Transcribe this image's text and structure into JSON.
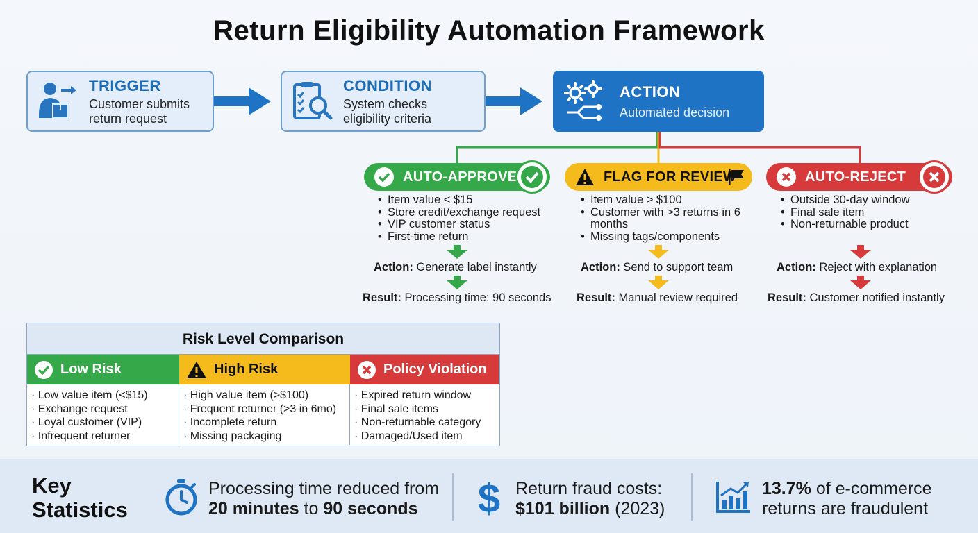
{
  "title": "Return Eligibility Automation Framework",
  "flow": {
    "trigger": {
      "head": "TRIGGER",
      "line1": "Customer submits",
      "line2": "return request",
      "icon": "person-box-icon"
    },
    "condition": {
      "head": "CONDITION",
      "line1": "System checks",
      "line2": "eligibility criteria",
      "icon": "clipboard-search-icon"
    },
    "action": {
      "head": "ACTION",
      "line1": "Automated decision",
      "icon": "gears-branch-icon"
    }
  },
  "branches": {
    "approve": {
      "label": "AUTO-APPROVE",
      "color": "#35a84a",
      "items": [
        "Item value < $15",
        "Store credit/exchange request",
        "VIP customer status",
        "First-time return"
      ],
      "action_label": "Action:",
      "action_text": "Generate label instantly",
      "result_label": "Result:",
      "result_text": "Processing time: 90 seconds"
    },
    "review": {
      "label": "FLAG FOR REVIEW",
      "color": "#f5bb1c",
      "items": [
        "Item value > $100",
        "Customer with >3 returns in 6 months",
        "Missing tags/components"
      ],
      "action_label": "Action:",
      "action_text": "Send to support team",
      "result_label": "Result:",
      "result_text": "Manual review required"
    },
    "reject": {
      "label": "AUTO-REJECT",
      "color": "#d63a3a",
      "items": [
        "Outside 30-day window",
        "Final sale item",
        "Non-returnable product"
      ],
      "action_label": "Action:",
      "action_text": "Reject with explanation",
      "result_label": "Result:",
      "result_text": "Customer notified instantly"
    }
  },
  "risk": {
    "title": "Risk Level Comparison",
    "columns": [
      {
        "head": "Low Risk",
        "color": "#35a84a",
        "items": [
          "· Low value item (<$15)",
          "· Exchange request",
          "· Loyal customer (VIP)",
          "· Infrequent returner"
        ]
      },
      {
        "head": "High Risk",
        "color": "#f5bb1c",
        "items": [
          "· High value item (>$100)",
          "· Frequent returner (>3 in 6mo)",
          "· Incomplete return",
          "· Missing packaging"
        ]
      },
      {
        "head": "Policy Violation",
        "color": "#d63a3a",
        "items": [
          "· Expired return window",
          "· Final sale items",
          "· Non-returnable category",
          "· Damaged/Used item"
        ]
      }
    ]
  },
  "stats": {
    "heading_line1": "Key",
    "heading_line2": "Statistics",
    "s1": {
      "pre": "Processing time reduced from",
      "b1": "20 minutes",
      "mid": " to ",
      "b2": "90 seconds",
      "icon": "stopwatch-icon"
    },
    "s2": {
      "pre": "Return fraud costs:",
      "b1": "$101 billion",
      "post": " (2023)",
      "icon": "dollar-icon"
    },
    "s3": {
      "b1": "13.7%",
      "post": " of e-commerce",
      "line2": "returns are fraudulent",
      "icon": "chart-up-icon"
    }
  }
}
